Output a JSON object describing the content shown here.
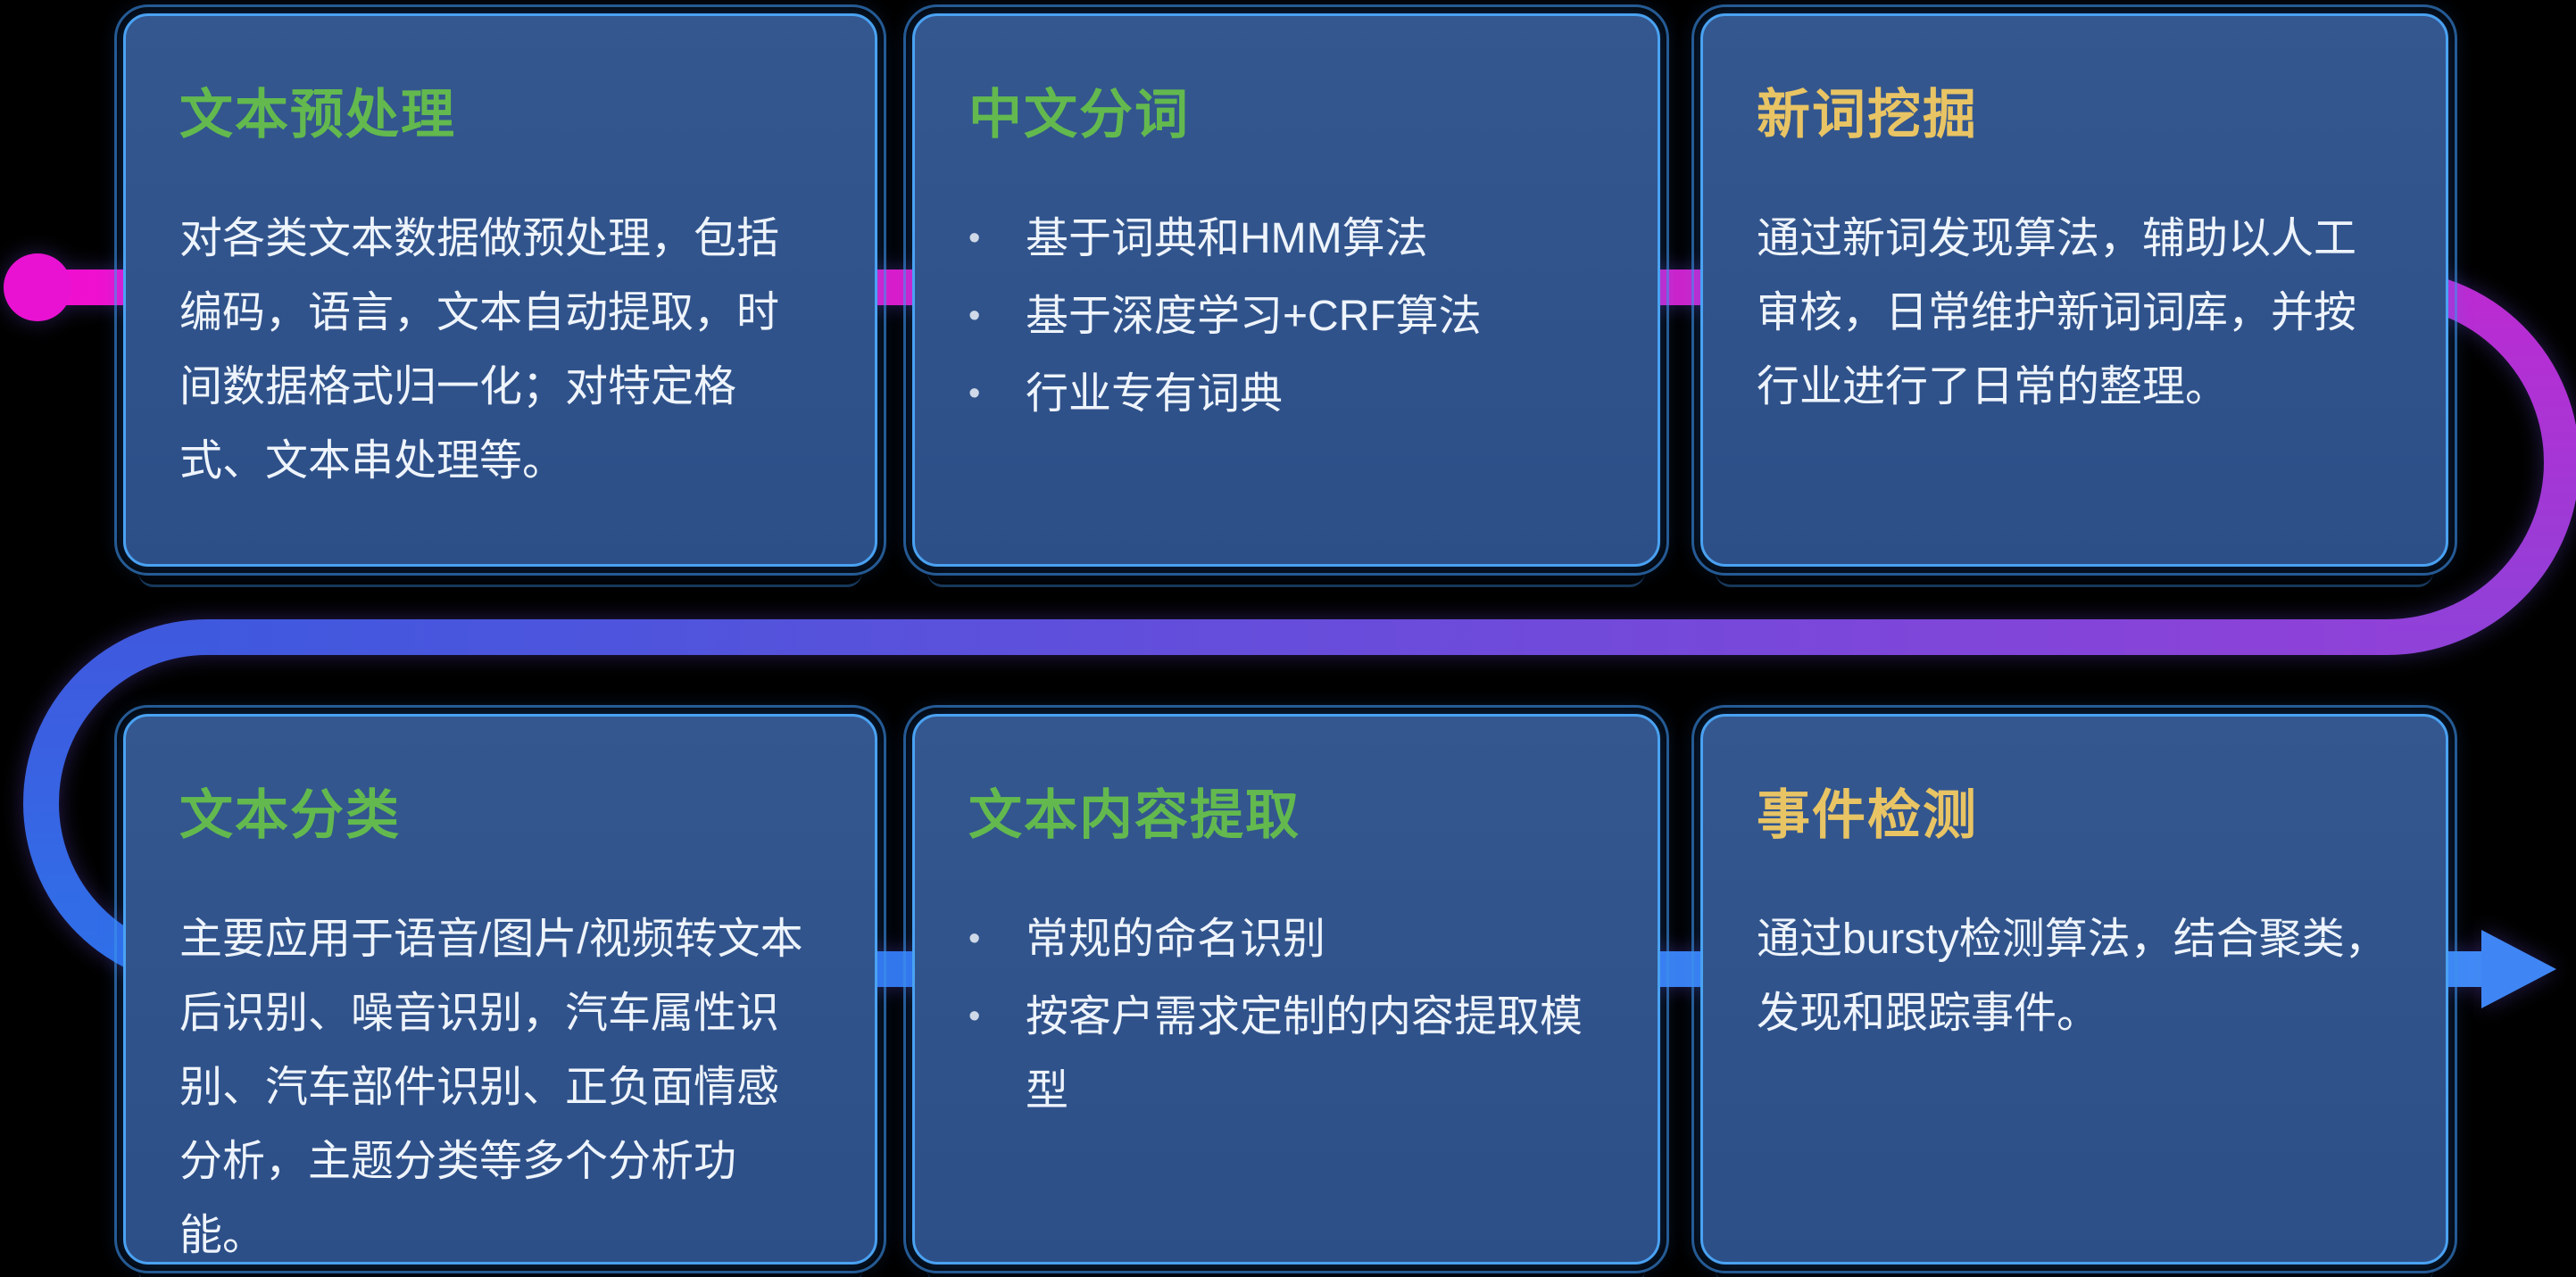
{
  "diagram": {
    "description_visible_elements": "six-card NLP capability flow with S-shaped connector, start dot and end arrow"
  },
  "colors": {
    "background": "#000000",
    "card_bg": "#30538E",
    "card_border": "#4AA2F2",
    "title_green": "#63B94E",
    "title_yellow": "#E8C464",
    "body_text": "#EEF4FB",
    "connector_magenta": "#E912D2",
    "connector_purple": "#8F41D8",
    "connector_blue": "#3F86F4"
  },
  "cards": [
    {
      "id": "text-preprocessing",
      "title": "文本预处理",
      "title_color": "#63B94E",
      "body": "对各类文本数据做预处理，包括编码，语言，文本自动提取，时间数据格式归一化；对特定格式、文本串处理等。"
    },
    {
      "id": "chinese-word-segmentation",
      "title": "中文分词",
      "title_color": "#63B94E",
      "bullets": [
        "基于词典和HMM算法",
        "基于深度学习+CRF算法",
        "行业专有词典"
      ]
    },
    {
      "id": "new-word-mining",
      "title": "新词挖掘",
      "title_color": "#E8C464",
      "body": "通过新词发现算法，辅助以人工审核，日常维护新词词库，并按行业进行了日常的整理。"
    },
    {
      "id": "text-classification",
      "title": "文本分类",
      "title_color": "#63B94E",
      "body": "主要应用于语音/图片/视频转文本后识别、噪音识别，汽车属性识别、汽车部件识别、正负面情感分析，主题分类等多个分析功能。"
    },
    {
      "id": "text-content-extraction",
      "title": "文本内容提取",
      "title_color": "#63B94E",
      "bullets": [
        "常规的命名识别",
        "按客户需求定制的内容提取模型"
      ]
    },
    {
      "id": "event-detection",
      "title": "事件检测",
      "title_color": "#E8C464",
      "body": "通过bursty检测算法，结合聚类，发现和跟踪事件。"
    }
  ]
}
